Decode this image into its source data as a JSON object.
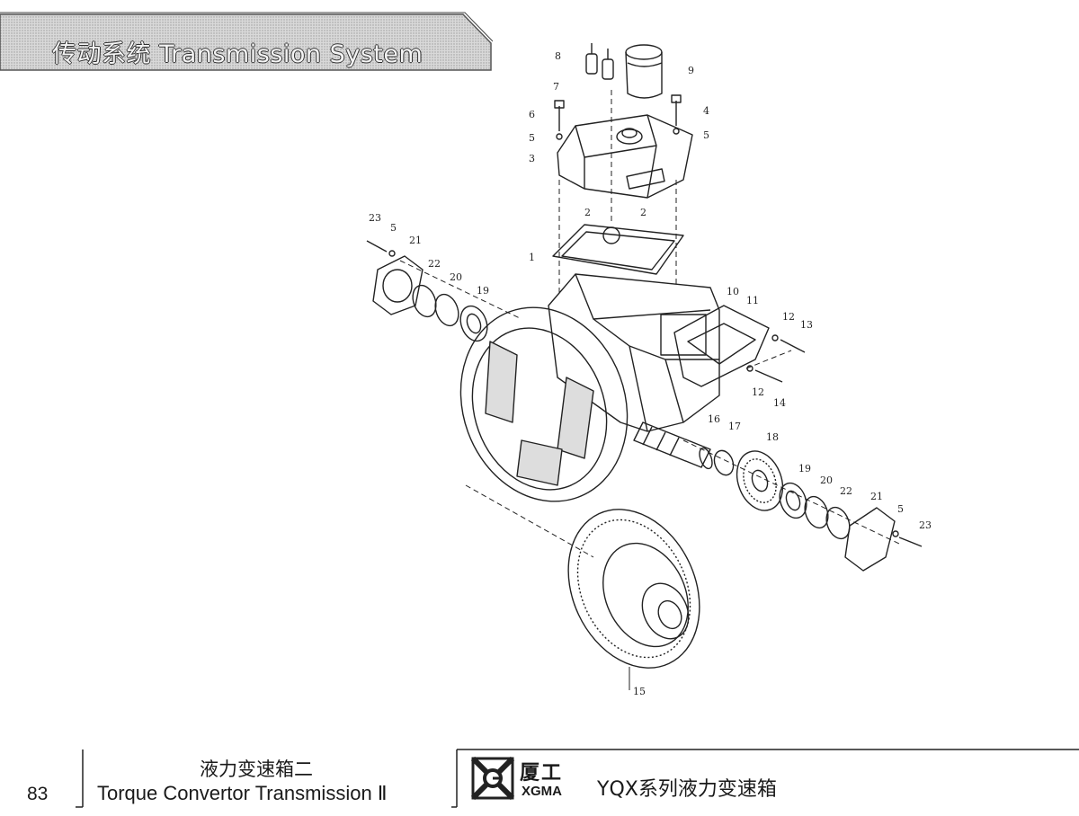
{
  "header": {
    "title": "传动系统 Transmission System"
  },
  "footer": {
    "page_number": "83",
    "title_cn": "液力变速箱二",
    "title_en": "Torque Convertor Transmission Ⅱ",
    "brand_cn": "厦工",
    "brand_en": "XGMA",
    "series_title": "YQX系列液力变速箱",
    "logo_icon": "xgma-logo-icon"
  },
  "diagram": {
    "callouts": {
      "c1": "1",
      "c2a": "2",
      "c2b": "2",
      "c3": "3",
      "c4": "4",
      "c5a": "5",
      "c5b": "5",
      "c5c": "5",
      "c5d": "5",
      "c6": "6",
      "c7": "7",
      "c8": "8",
      "c9": "9",
      "c10": "10",
      "c11": "11",
      "c12a": "12",
      "c12b": "12",
      "c13": "13",
      "c14": "14",
      "c15": "15",
      "c16": "16",
      "c17": "17",
      "c18": "18",
      "c19a": "19",
      "c19b": "19",
      "c20a": "20",
      "c20b": "20",
      "c21a": "21",
      "c21b": "21",
      "c22a": "22",
      "c22b": "22",
      "c23a": "23",
      "c23b": "23"
    }
  }
}
